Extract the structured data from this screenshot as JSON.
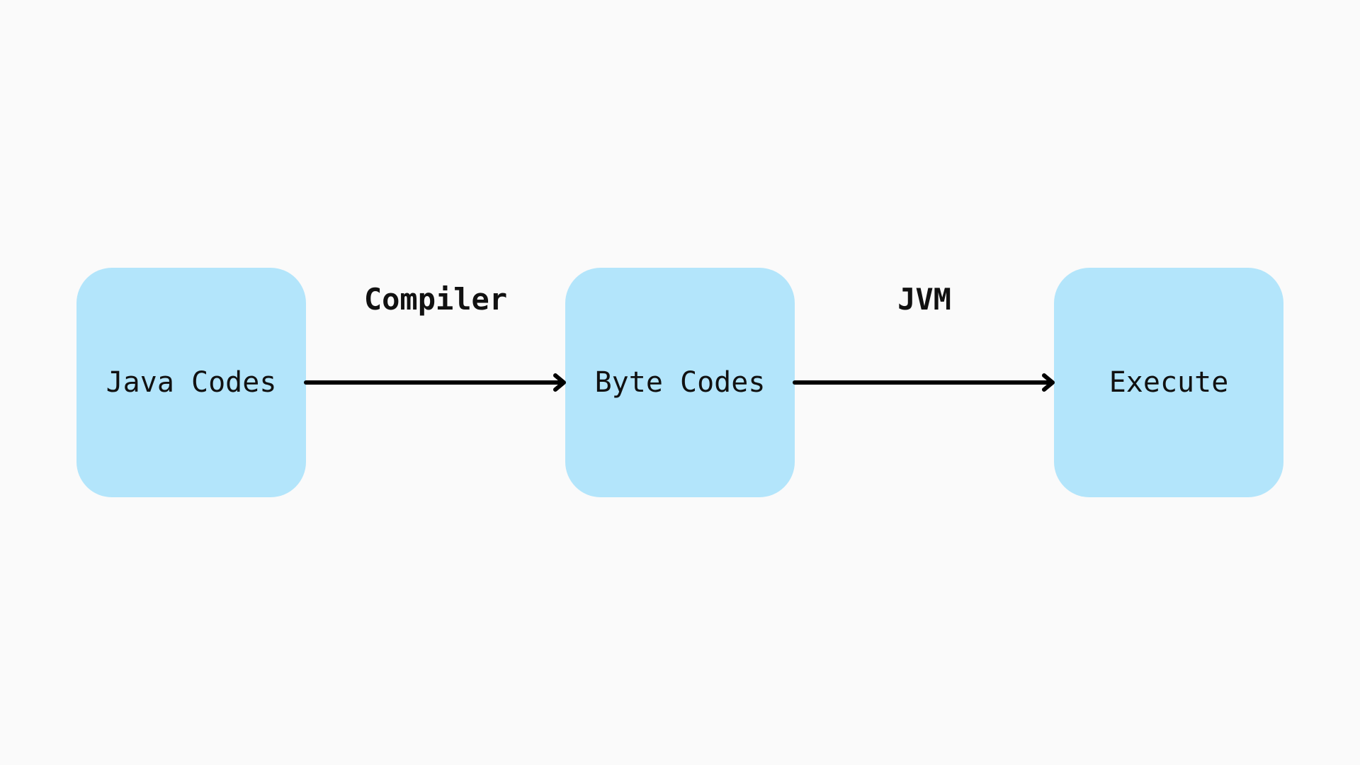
{
  "diagram": {
    "background": "#fafafa",
    "node_color": "#b3e5fb",
    "stroke_color": "#000000",
    "nodes": [
      {
        "label": "Java Codes"
      },
      {
        "label": "Byte Codes"
      },
      {
        "label": "Execute"
      }
    ],
    "edges": [
      {
        "label": "Compiler"
      },
      {
        "label": "JVM"
      }
    ]
  }
}
